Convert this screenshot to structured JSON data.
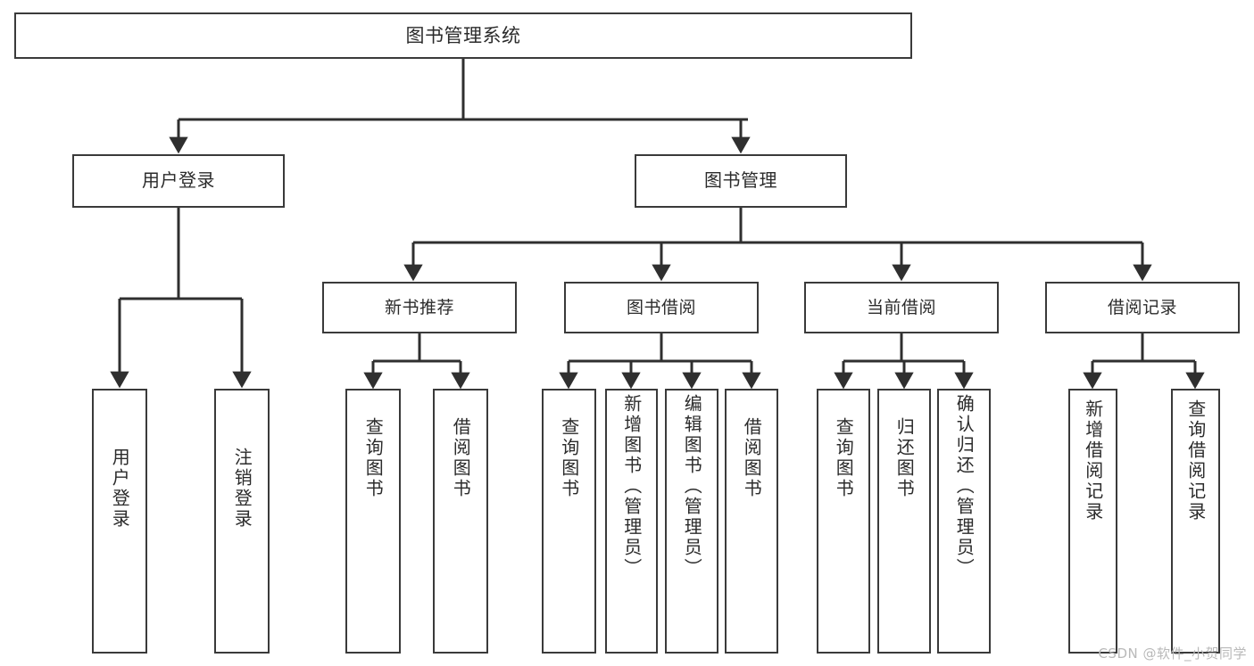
{
  "diagram": {
    "title": "图书管理系统",
    "type": "功能结构图",
    "watermark": "CSDN @软件_小贺同学",
    "colors": {
      "box_border": "#3a3a3a",
      "box_fill": "#ffffff",
      "text": "#2b2b2b",
      "edge": "#2f2f2f",
      "background": "#ffffff",
      "watermark": "#b9b9b9"
    },
    "root": {
      "id": "root",
      "label": "图书管理系统"
    },
    "level2": [
      {
        "id": "user-login",
        "label": "用户登录"
      },
      {
        "id": "book-manage",
        "label": "图书管理"
      }
    ],
    "level3": [
      {
        "id": "new-book-recommend",
        "label": "新书推荐",
        "parent": "book-manage"
      },
      {
        "id": "book-borrow",
        "label": "图书借阅",
        "parent": "book-manage"
      },
      {
        "id": "current-borrow",
        "label": "当前借阅",
        "parent": "book-manage"
      },
      {
        "id": "borrow-records",
        "label": "借阅记录",
        "parent": "book-manage"
      }
    ],
    "leaves": [
      {
        "id": "leaf-user-login",
        "label": "用户登录",
        "parent": "user-login"
      },
      {
        "id": "leaf-logout",
        "label": "注销登录",
        "parent": "user-login"
      },
      {
        "id": "leaf-query-book-1",
        "label": "查询图书",
        "parent": "new-book-recommend"
      },
      {
        "id": "leaf-borrow-book-1",
        "label": "借阅图书",
        "parent": "new-book-recommend"
      },
      {
        "id": "leaf-query-book-2",
        "label": "查询图书",
        "parent": "book-borrow"
      },
      {
        "id": "leaf-add-book",
        "label": "新增图书（管理员）",
        "parent": "book-borrow"
      },
      {
        "id": "leaf-edit-book",
        "label": "编辑图书（管理员）",
        "parent": "book-borrow"
      },
      {
        "id": "leaf-borrow-book-2",
        "label": "借阅图书",
        "parent": "book-borrow"
      },
      {
        "id": "leaf-query-book-3",
        "label": "查询图书",
        "parent": "current-borrow"
      },
      {
        "id": "leaf-return-book",
        "label": "归还图书",
        "parent": "current-borrow"
      },
      {
        "id": "leaf-confirm-return",
        "label": "确认归还（管理员）",
        "parent": "current-borrow"
      },
      {
        "id": "leaf-add-record",
        "label": "新增借阅记录",
        "parent": "borrow-records"
      },
      {
        "id": "leaf-query-record",
        "label": "查询借阅记录",
        "parent": "borrow-records"
      }
    ]
  }
}
